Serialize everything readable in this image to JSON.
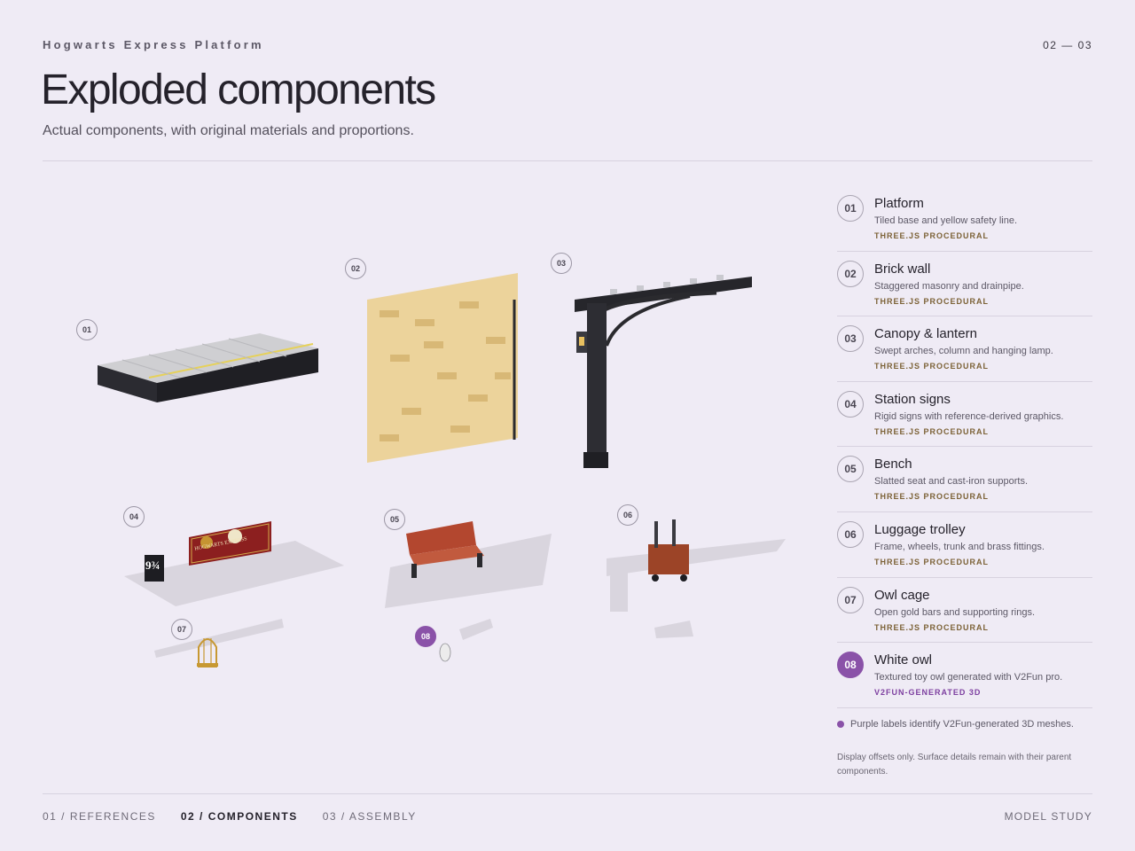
{
  "header": {
    "eyebrow": "Hogwarts Express Platform",
    "pager": "02 — 03",
    "title": "Exploded components",
    "subtitle": "Actual components, with original materials and proportions."
  },
  "stage": {
    "markers": [
      "01",
      "02",
      "03",
      "04",
      "05",
      "06",
      "07",
      "08"
    ],
    "sign_text": "HOGWARTS EXPRESS",
    "platform_sign": "9¾"
  },
  "components": [
    {
      "num": "01",
      "name": "Platform",
      "desc": "Tiled base and yellow safety line.",
      "tag": "THREE.JS PROCEDURAL",
      "v2fun": false
    },
    {
      "num": "02",
      "name": "Brick wall",
      "desc": "Staggered masonry and drainpipe.",
      "tag": "THREE.JS PROCEDURAL",
      "v2fun": false
    },
    {
      "num": "03",
      "name": "Canopy & lantern",
      "desc": "Swept arches, column and hanging lamp.",
      "tag": "THREE.JS PROCEDURAL",
      "v2fun": false
    },
    {
      "num": "04",
      "name": "Station signs",
      "desc": "Rigid signs with reference-derived graphics.",
      "tag": "THREE.JS PROCEDURAL",
      "v2fun": false
    },
    {
      "num": "05",
      "name": "Bench",
      "desc": "Slatted seat and cast-iron supports.",
      "tag": "THREE.JS PROCEDURAL",
      "v2fun": false
    },
    {
      "num": "06",
      "name": "Luggage trolley",
      "desc": "Frame, wheels, trunk and brass fittings.",
      "tag": "THREE.JS PROCEDURAL",
      "v2fun": false
    },
    {
      "num": "07",
      "name": "Owl cage",
      "desc": "Open gold bars and supporting rings.",
      "tag": "THREE.JS PROCEDURAL",
      "v2fun": false
    },
    {
      "num": "08",
      "name": "White owl",
      "desc": "Textured toy owl generated with V2Fun pro.",
      "tag": "V2FUN-GENERATED 3D",
      "v2fun": true
    }
  ],
  "legend": "Purple labels identify V2Fun-generated 3D meshes.",
  "note": "Display offsets only. Surface details remain with their parent components.",
  "nav": {
    "items": [
      "01 / REFERENCES",
      "02 / COMPONENTS",
      "03 / ASSEMBLY"
    ],
    "active_index": 1
  },
  "footer_right": "MODEL STUDY",
  "colors": {
    "background": "#efebf5",
    "v2fun_purple": "#8a52a8",
    "procedural_tag": "#7c6236"
  }
}
